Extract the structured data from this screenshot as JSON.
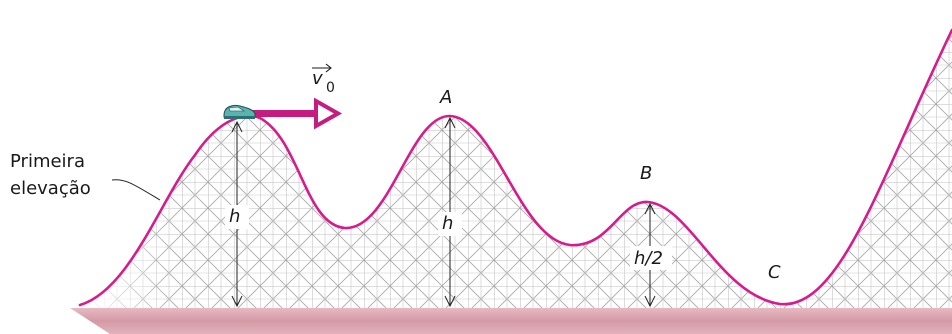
{
  "diagram": {
    "velocity_label": "v",
    "velocity_subscript": "0",
    "first_hill_label_line1": "Primeira",
    "first_hill_label_line2": "elevação",
    "point_a_label": "A",
    "point_b_label": "B",
    "point_c_label": "C",
    "height_label_1": "h",
    "height_label_2": "h",
    "height_label_3": "h/2"
  },
  "colors": {
    "track": "#d81b8c",
    "ground": "#d69aa6",
    "lattice": "#9a9a9a",
    "car": "#3aa0a0"
  }
}
